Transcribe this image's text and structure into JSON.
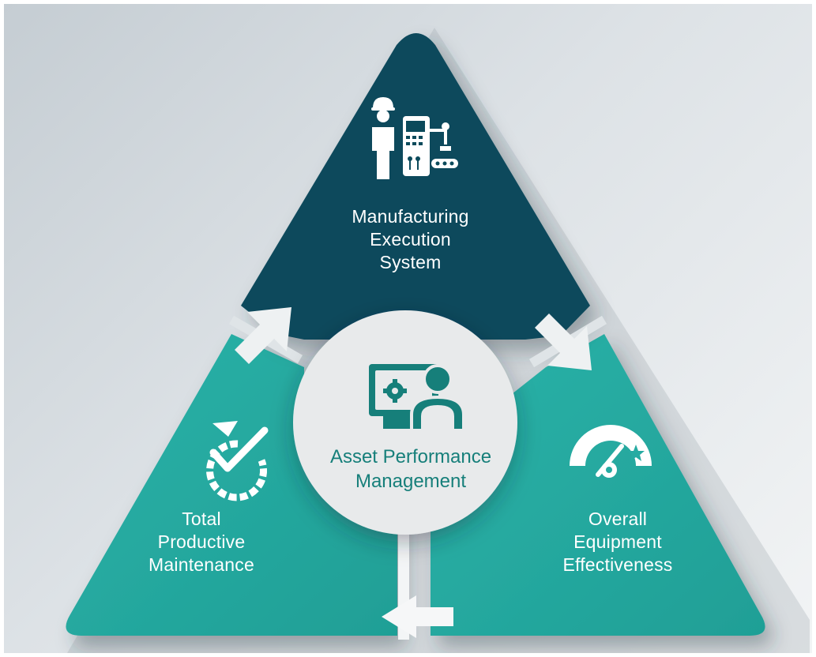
{
  "top_section": {
    "lines": [
      "Manufacturing",
      "Execution",
      "System"
    ],
    "icon": "worker-machine-icon",
    "color": "#0b4a5b"
  },
  "left_section": {
    "lines": [
      "Total",
      "Productive",
      "Maintenance"
    ],
    "icon": "clock-check-icon",
    "color": "#26aba2"
  },
  "right_section": {
    "lines": [
      "Overall",
      "Equipment",
      "Effectiveness"
    ],
    "icon": "gauge-star-icon",
    "color": "#26aba2"
  },
  "center": {
    "lines": [
      "Asset Performance",
      "Management"
    ],
    "icon": "monitor-user-icon",
    "accent": "#167f7a"
  },
  "arrows": [
    "arrow-up-right-icon",
    "arrow-down-right-icon",
    "arrow-left-icon"
  ]
}
